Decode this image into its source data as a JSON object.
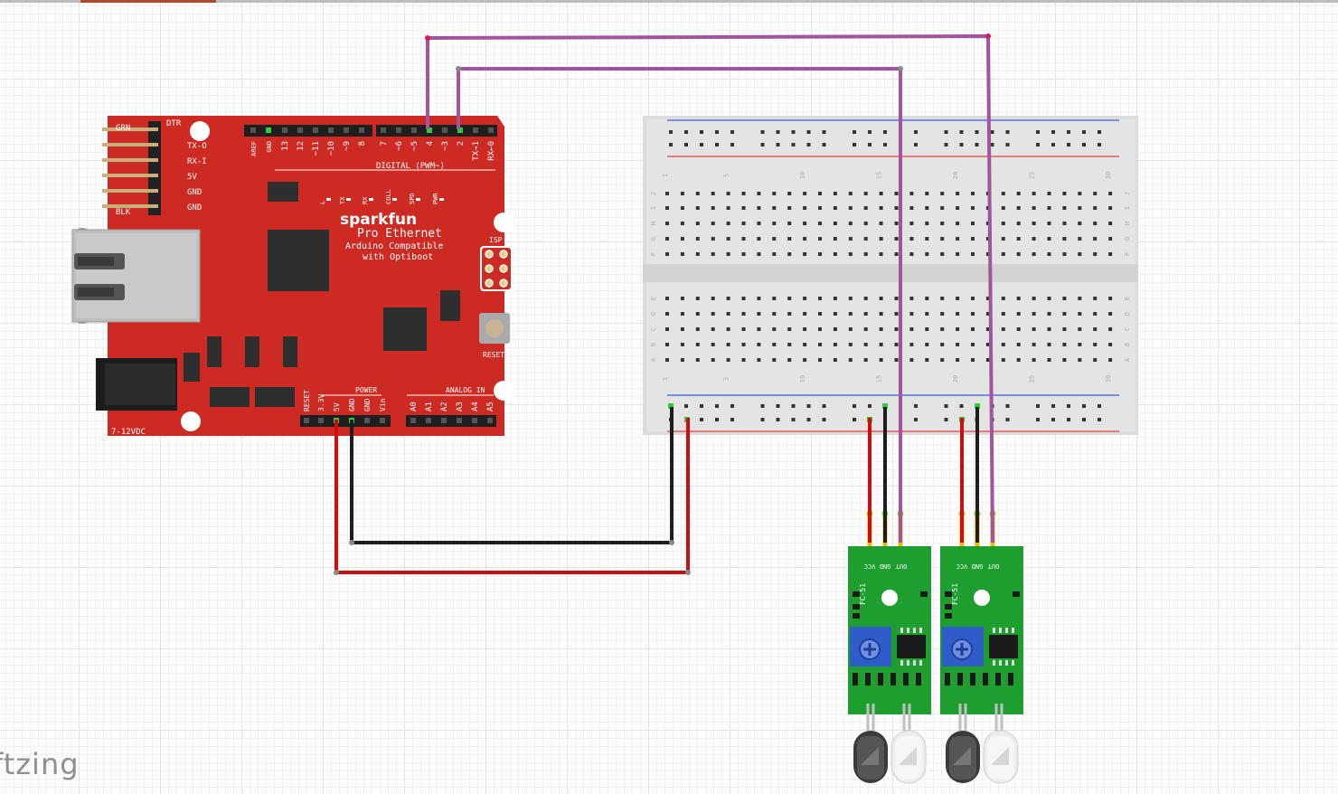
{
  "canvas": {
    "watermark": "ftzing"
  },
  "arduino": {
    "brand": "sparkfun",
    "model": "Pro Ethernet",
    "subtitle1": "Arduino Compatible",
    "subtitle2": "with Optiboot",
    "reset_label": "RESET",
    "isp_label": "ISP",
    "power_jack_label": "7-12VDC",
    "digital_header_label": "DIGITAL (PWM~)",
    "power_header_label": "POWER",
    "analog_header_label": "ANALOG IN",
    "ftdi_labels": [
      "GRN",
      "DTR",
      "TX-O",
      "RX-I",
      "5V",
      "GND",
      "GND",
      "BLK"
    ],
    "digital_pins": [
      "AREF",
      "GND",
      "13",
      "12",
      "~11",
      "~10",
      "~9",
      "8",
      "7",
      "~6",
      "~5",
      "4",
      "~3",
      "2",
      "TX→1",
      "RX←0"
    ],
    "power_pins": [
      "RESET",
      "3.3V",
      "5V",
      "GND",
      "GND",
      "Vin"
    ],
    "analog_pins": [
      "A0",
      "A1",
      "A2",
      "A3",
      "A4",
      "A5"
    ],
    "led_labels": [
      "L",
      "TX",
      "RX",
      "COLL",
      "SPD",
      "PWR"
    ]
  },
  "breadboard": {
    "top_row_letters": [
      "J",
      "I",
      "H",
      "G",
      "F"
    ],
    "bottom_row_letters": [
      "E",
      "D",
      "C",
      "B",
      "A"
    ],
    "column_numbers": [
      "1",
      "5",
      "10",
      "15",
      "20",
      "25",
      "30"
    ]
  },
  "sensors": [
    {
      "model": "FC-51",
      "pin_labels": [
        "OUT",
        "GND",
        "VCC"
      ]
    },
    {
      "model": "FC-51",
      "pin_labels": [
        "OUT",
        "GND",
        "VCC"
      ]
    }
  ],
  "colors": {
    "board_red": "#cc2a22",
    "wire_purple": "#a2549e",
    "wire_red": "#cc0e0e",
    "wire_black": "#1e1e1e",
    "sensor_green": "#1e9e2e",
    "pot_blue": "#2e5cc8"
  }
}
